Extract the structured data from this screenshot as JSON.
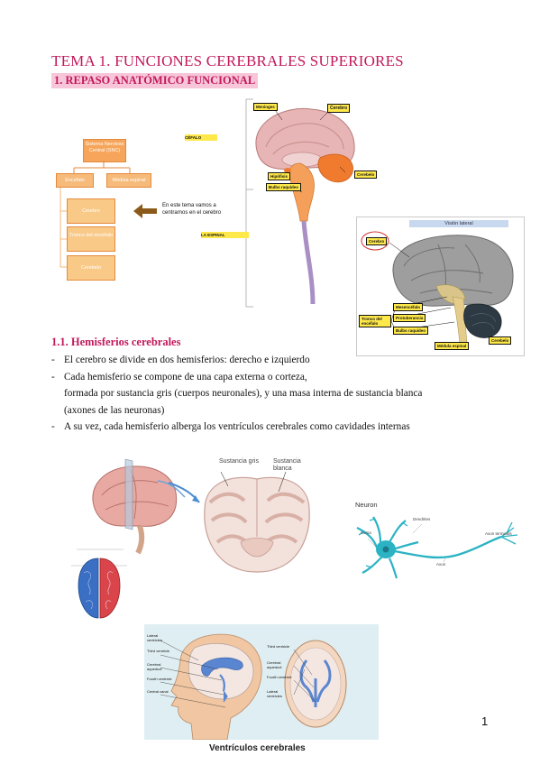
{
  "document": {
    "title": "TEMA 1. FUNCIONES CEREBRALES SUPERIORES",
    "section": "1. REPASO ANATÓMICO FUNCIONAL",
    "subsection": "1.1. Hemisferios cerebrales",
    "bullets": [
      {
        "lines": [
          "El cerebro se divide en dos hemisferios: derecho e izquierdo"
        ]
      },
      {
        "lines": [
          "Cada hemisferio se compone de una capa externa o corteza,",
          "formada por sustancia gris (cuerpos neuronales), y una masa interna de sustancia blanca",
          "(axones de las neuronas)"
        ]
      },
      {
        "lines": [
          "A su vez, cada hemisferio alberga los ventrículos cerebrales como cavidades internas"
        ]
      }
    ],
    "page_number": "1"
  },
  "flowchart": {
    "root": "Sistema Nervioso Central (SNC)",
    "left": "Encéfalo",
    "right": "Médula espinal",
    "children": [
      "Cerebro",
      "Tronco del encéfalo",
      "Cerebelo"
    ],
    "note": "En este tema vamos a centrarnos en el cerebro"
  },
  "sagittal_figure": {
    "labels": {
      "meninges": "Meninges",
      "cerebro": "Cerebro",
      "encefalo": "CÉFALO",
      "hipofisis": "Hipófisis",
      "cerebelo": "Cerebelo",
      "bulbo": "Bulbo raquídeo",
      "medula": "LA ESPINAL"
    }
  },
  "lateral_figure": {
    "header": "Visión lateral",
    "labels": {
      "cerebro": "Cerebro",
      "tronco": "Tronco del encéfalo",
      "mesencefalo": "Mesencéfalo",
      "protuberancia": "Protuberancia",
      "bulbo": "Bulbo raquídeo",
      "medula": "Médula espinal",
      "cerebelo": "Cerebelo"
    }
  },
  "section_figure": {
    "gris": "Sustancia gris",
    "blanca": "Sustancia blanca"
  },
  "neuron_figure": {
    "title": "Neuron",
    "soma": "Soma",
    "dendrites": "Dendrites",
    "axon": "Axon",
    "terminals": "Axon terminals"
  },
  "ventricles_figure": {
    "caption": "Ventrículos cerebrales",
    "left_labels": [
      "Lateral ventricles",
      "Third ventricle",
      "Cerebral aqueduct",
      "Fourth ventricle",
      "Central canal"
    ],
    "right_labels": [
      "Third ventricle",
      "Cerebral aqueduct",
      "Fourth ventricle",
      "Lateral ventricles"
    ]
  },
  "colors": {
    "heading": "#c2185b",
    "highlight": "#f7c6d9",
    "flow_orange": "#f6a55a",
    "label_yellow": "#ffe94a"
  }
}
